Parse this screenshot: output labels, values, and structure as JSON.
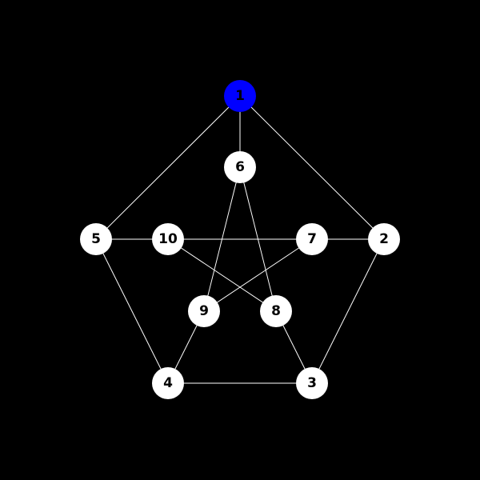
{
  "colors": {
    "background": "#000000",
    "edge": "#ffffff",
    "node_default": "#ffffff",
    "node_highlight": "#0000ff",
    "label": "#000000"
  },
  "graph": {
    "nodes": [
      {
        "id": "1",
        "label": "1",
        "highlighted": true
      },
      {
        "id": "2",
        "label": "2",
        "highlighted": false
      },
      {
        "id": "3",
        "label": "3",
        "highlighted": false
      },
      {
        "id": "4",
        "label": "4",
        "highlighted": false
      },
      {
        "id": "5",
        "label": "5",
        "highlighted": false
      },
      {
        "id": "6",
        "label": "6",
        "highlighted": false
      },
      {
        "id": "7",
        "label": "7",
        "highlighted": false
      },
      {
        "id": "8",
        "label": "8",
        "highlighted": false
      },
      {
        "id": "9",
        "label": "9",
        "highlighted": false
      },
      {
        "id": "10",
        "label": "10",
        "highlighted": false
      }
    ],
    "edges": [
      [
        "1",
        "2"
      ],
      [
        "2",
        "3"
      ],
      [
        "3",
        "4"
      ],
      [
        "4",
        "5"
      ],
      [
        "5",
        "1"
      ],
      [
        "1",
        "6"
      ],
      [
        "2",
        "7"
      ],
      [
        "3",
        "8"
      ],
      [
        "4",
        "9"
      ],
      [
        "5",
        "10"
      ],
      [
        "6",
        "8"
      ],
      [
        "8",
        "10"
      ],
      [
        "10",
        "7"
      ],
      [
        "7",
        "9"
      ],
      [
        "9",
        "6"
      ]
    ]
  }
}
